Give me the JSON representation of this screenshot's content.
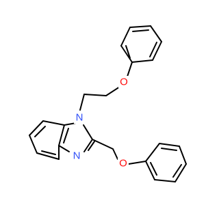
{
  "atoms": {
    "o_upper": "O",
    "n1": "N",
    "n3": "N",
    "o_lower": "O"
  },
  "colors": {
    "bond": "#000000",
    "oxygen": "#ff0d0d",
    "nitrogen": "#3050f8",
    "background": "#ffffff"
  }
}
